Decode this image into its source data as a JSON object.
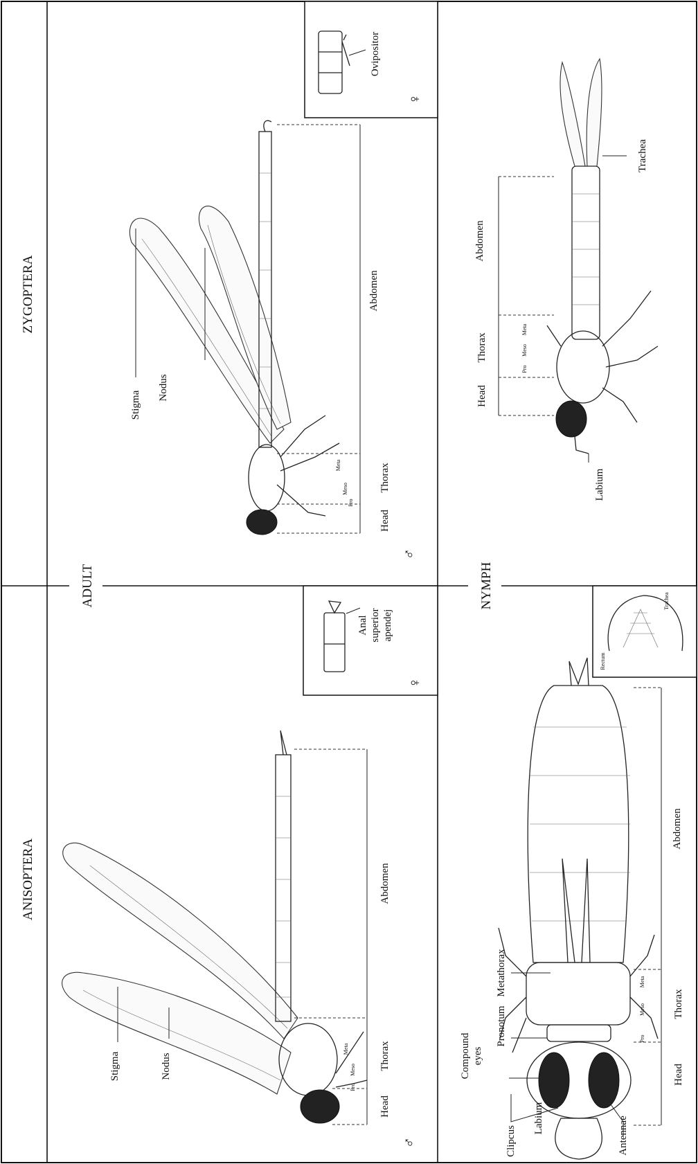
{
  "sections": {
    "anisoptera": "ANISOPTERA",
    "zygoptera": "ZYGOPTERA",
    "adult": "ADULT",
    "nymph": "NYMPH"
  },
  "anisoptera_adult": {
    "stigma": "Stigma",
    "nodus": "Nodus",
    "head": "Head",
    "thorax": "Thorax",
    "abdomen": "Abdomen",
    "male_symbol": "♂",
    "inset_label_1": "Anal",
    "inset_label_2": "superior",
    "inset_label_3": "apendej",
    "female_symbol": "♀",
    "thorax_segments": [
      "Pro",
      "Meso",
      "Meta"
    ]
  },
  "zygoptera_adult": {
    "stigma": "Stigma",
    "nodus": "Nodus",
    "head": "Head",
    "thorax": "Thorax",
    "abdomen": "Abdomen",
    "male_symbol": "♂",
    "inset_label": "Ovipositor",
    "female_symbol": "♀",
    "thorax_segments": [
      "Pro",
      "Meso",
      "Meta"
    ]
  },
  "anisoptera_nymph": {
    "compound_eyes_1": "Compound",
    "compound_eyes_2": "eyes",
    "pronotum": "Pronotum",
    "metathorax": "Metathorax",
    "clipcus": "Clipcus",
    "labium": "Labium",
    "antennae": "Antennae",
    "head": "Head",
    "thorax": "Thorax",
    "abdomen": "Abdomen",
    "inset_rectum": "Rectum",
    "inset_trachea": "Trachea",
    "thorax_segments": [
      "Pro",
      "Meso",
      "Meta"
    ]
  },
  "zygoptera_nymph": {
    "head": "Head",
    "thorax": "Thorax",
    "abdomen": "Abdomen",
    "labium": "Labium",
    "trachea": "Trachea",
    "thorax_segments": [
      "Pro",
      "Meso",
      "Meta"
    ]
  }
}
